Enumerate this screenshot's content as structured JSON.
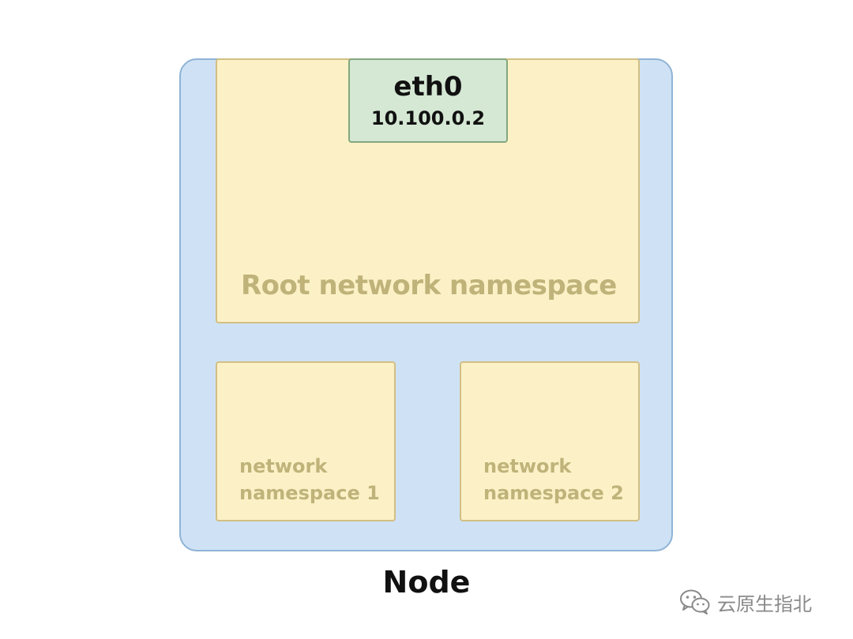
{
  "diagram": {
    "container": {
      "label": "Node"
    },
    "root_namespace": {
      "label": "Root network namespace",
      "interface": {
        "name": "eth0",
        "ip": "10.100.0.2"
      }
    },
    "namespaces": [
      {
        "line1": "network",
        "line2": "namespace 1"
      },
      {
        "line1": "network",
        "line2": "namespace 2"
      }
    ],
    "colors": {
      "node_fill": "#cfe2f5",
      "node_border": "#8fb3d6",
      "namespace_fill": "#fcf1c6",
      "namespace_border": "#d2bf84",
      "namespace_text": "#bfb37a",
      "interface_fill": "#d5e8d4",
      "interface_border": "#83a67e"
    }
  },
  "watermark": {
    "icon": "wechat-icon",
    "text": "云原生指北"
  }
}
